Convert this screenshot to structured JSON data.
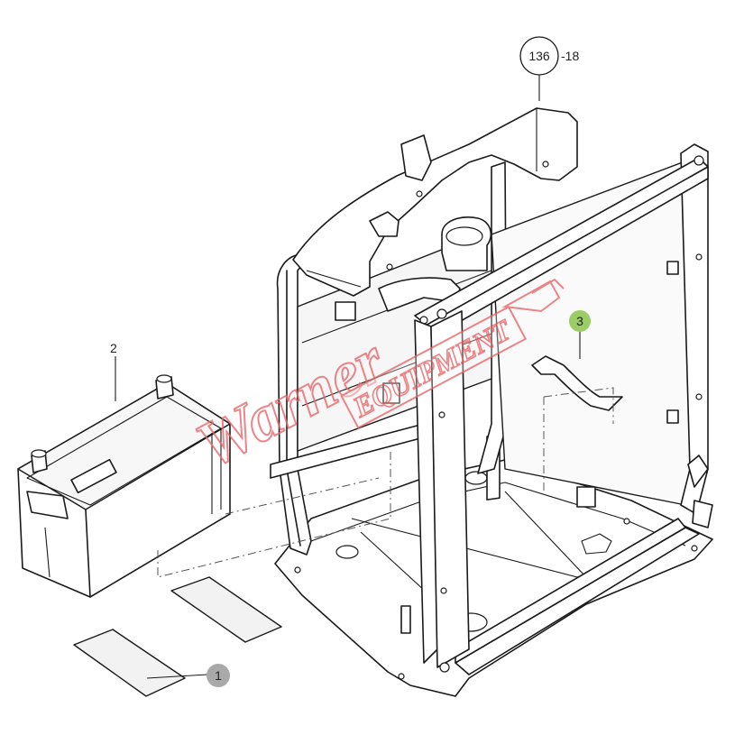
{
  "callouts": {
    "ref_circle": "136",
    "ref_suffix": "-18",
    "part_1": "1",
    "part_2": "2",
    "part_3": "3"
  },
  "watermark": {
    "script_text": "Warner",
    "box_text": "EQUIPMENT",
    "color": "#e8676a"
  },
  "colors": {
    "line": "#1a1a1a",
    "callout_badge_grey": "#a9a9a9",
    "callout_badge_green": "#9ccc65"
  }
}
